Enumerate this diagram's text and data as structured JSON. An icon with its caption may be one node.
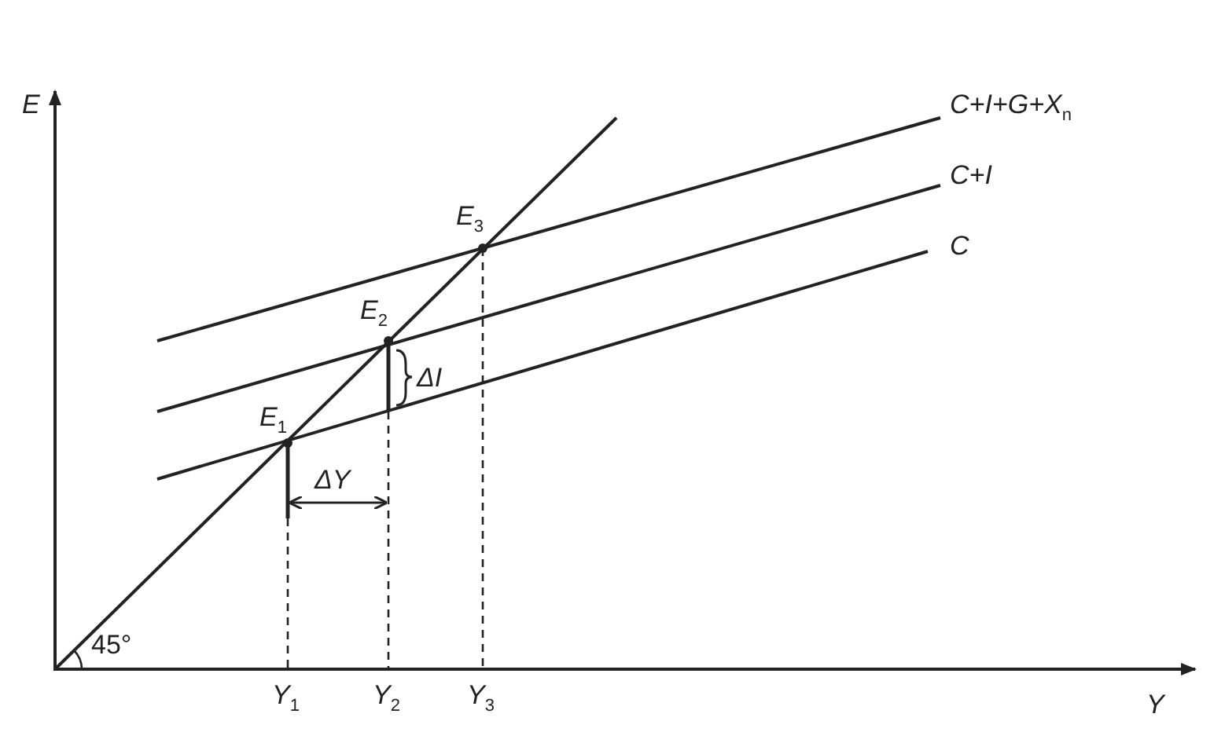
{
  "diagram": {
    "labels": [
      "E",
      "C+I+G+X$_{n}$",
      "E$_{3}$",
      "C+I",
      "C",
      "E$_{2}$",
      "ΔI",
      "E$_{1}$",
      "ΔY",
      "45°",
      "Y$_{1}$",
      "Y$_{2}$",
      "Y$_{3}$",
      "Y"
    ]
  }
}
